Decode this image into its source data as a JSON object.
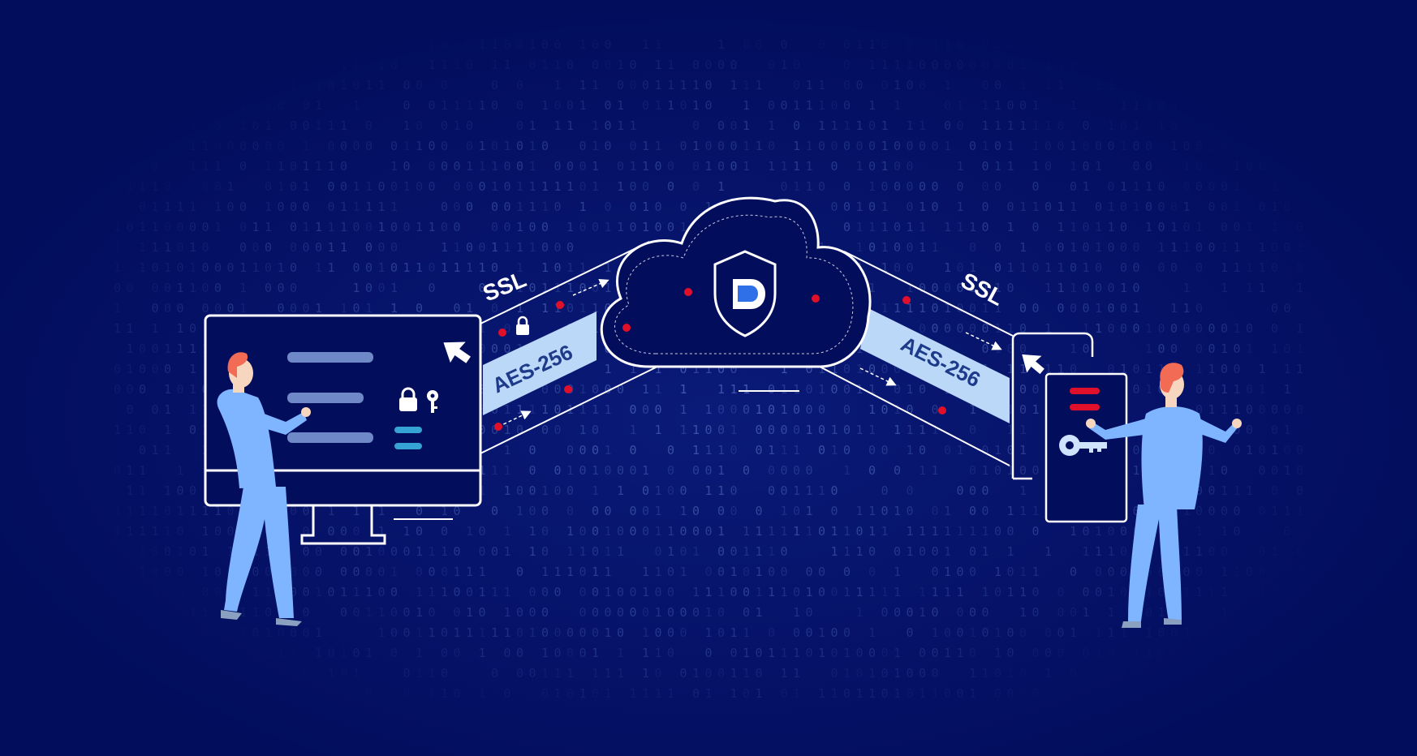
{
  "left_tunnel": {
    "protocol": "SSL",
    "cipher": "AES-256"
  },
  "right_tunnel": {
    "protocol": "SSL",
    "cipher": "AES-256"
  },
  "cloud": {
    "logo_letter": "D"
  },
  "colors": {
    "background": "#020d5c",
    "line": "#ffffff",
    "band": "#bcd8f8",
    "band_text": "#1e3a8a",
    "person": "#7fb4ff",
    "hair": "#f26b55",
    "red_dot": "#e0102a",
    "accent_cyan": "#35a3d4",
    "key": "#cfe3ff"
  },
  "icons": [
    "shield-icon",
    "lock-icon",
    "key-icon",
    "cursor-arrow-icon",
    "cloud-icon"
  ]
}
